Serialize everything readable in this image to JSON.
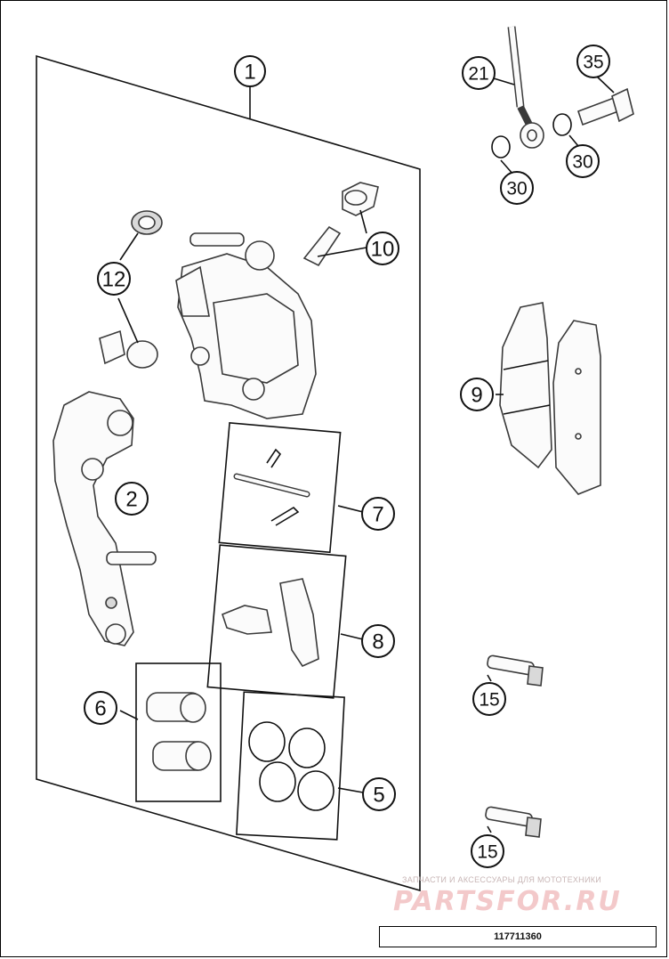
{
  "callouts": {
    "c1": "1",
    "c2": "2",
    "c5": "5",
    "c6": "6",
    "c7": "7",
    "c8": "8",
    "c9": "9",
    "c10": "10",
    "c12": "12",
    "c15a": "15",
    "c15b": "15",
    "c21": "21",
    "c30a": "30",
    "c30b": "30",
    "c35": "35"
  },
  "watermark": {
    "tagline": "ЗАПЧАСТИ И АКСЕССУАРЫ ДЛЯ МОТОТЕХНИКИ",
    "logo": "PARTSFOR.RU"
  },
  "diagram_code": "117711360",
  "colors": {
    "line": "#111111",
    "watermark": "#f3c9ca"
  }
}
